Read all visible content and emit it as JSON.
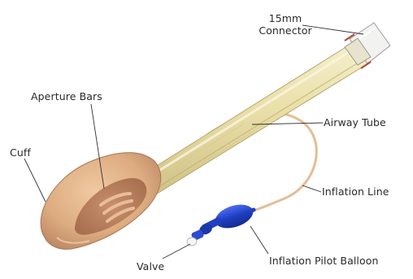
{
  "labels": {
    "connector_line1": "15mm",
    "connector_line2": "Connector",
    "aperture_bars": "Aperture Bars",
    "airway_tube": "Airway Tube",
    "cuff": "Cuff",
    "inflation_line": "Inflation Line",
    "valve": "Valve",
    "inflation_pilot_balloon": "Inflation Pilot Balloon"
  },
  "colors": {
    "cuff": "#e2b48c",
    "tube": "#ede4b4",
    "balloon": "#1f3fc2",
    "inflation_line": "#e8c29c",
    "leader_line": "#333333"
  }
}
